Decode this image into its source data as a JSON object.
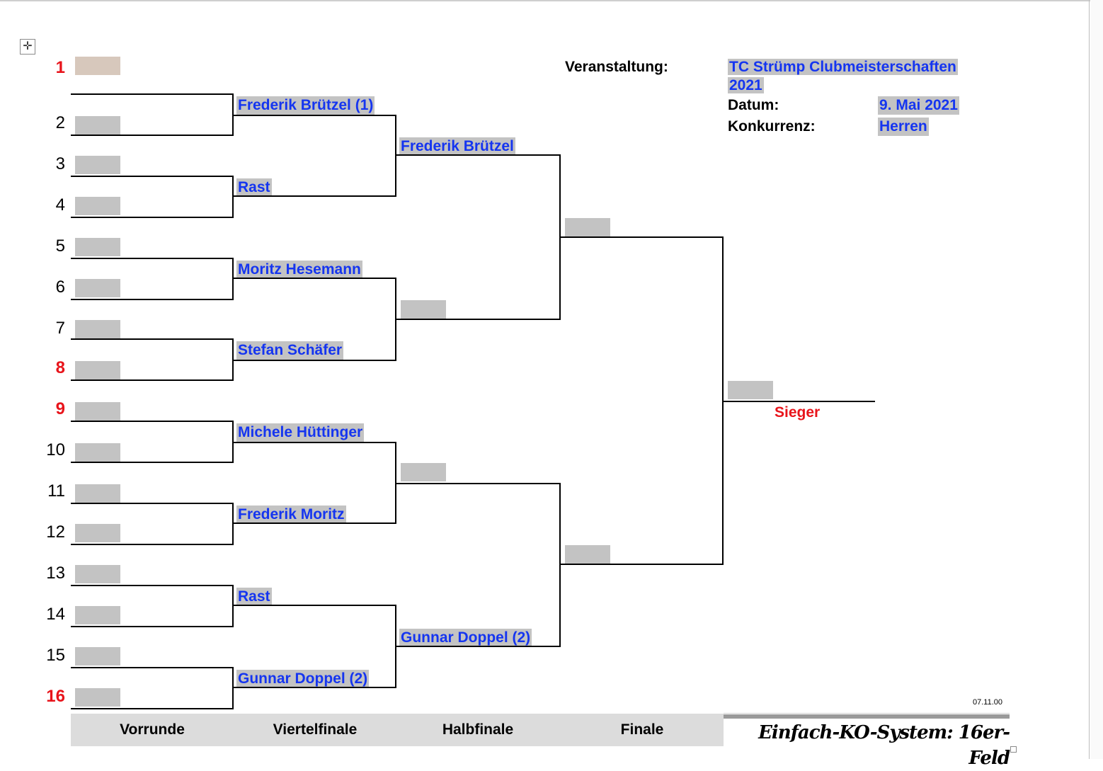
{
  "event": {
    "event_label": "Veranstaltung:",
    "event_value": "TC Strümp Clubmeisterschaften 2021",
    "date_label": "Datum:",
    "date_value": "9. Mai 2021",
    "category_label": "Konkurrenz:",
    "category_value": "Herren"
  },
  "seeds": [
    "1",
    "2",
    "3",
    "4",
    "5",
    "6",
    "7",
    "8",
    "9",
    "10",
    "11",
    "12",
    "13",
    "14",
    "15",
    "16"
  ],
  "seed_colors": {
    "seeded": "#e8141b",
    "normal": "#000000"
  },
  "quarterfinal": [
    "Frederik Brützel (1)",
    "Rast",
    "Moritz Hesemann",
    "Stefan Schäfer",
    "Michele Hüttinger",
    "Frederik Moritz",
    "Rast",
    "Gunnar Doppel (2)"
  ],
  "semifinal": [
    "Frederik Brützel",
    "",
    "",
    "Gunnar Doppel (2)"
  ],
  "final": [
    "",
    ""
  ],
  "winner": {
    "name": "",
    "label": "Sieger"
  },
  "rounds": [
    "Vorrunde",
    "Viertelfinale",
    "Halbfinale",
    "Finale"
  ],
  "footer": {
    "system_title": "Einfach-KO-System:  16er-Feld",
    "stamp": "07.11.00"
  },
  "colors": {
    "name_text": "#1535f0",
    "name_bg": "#c3c3c3",
    "red": "#e8141b",
    "footer_bg": "#dcdcdc"
  }
}
